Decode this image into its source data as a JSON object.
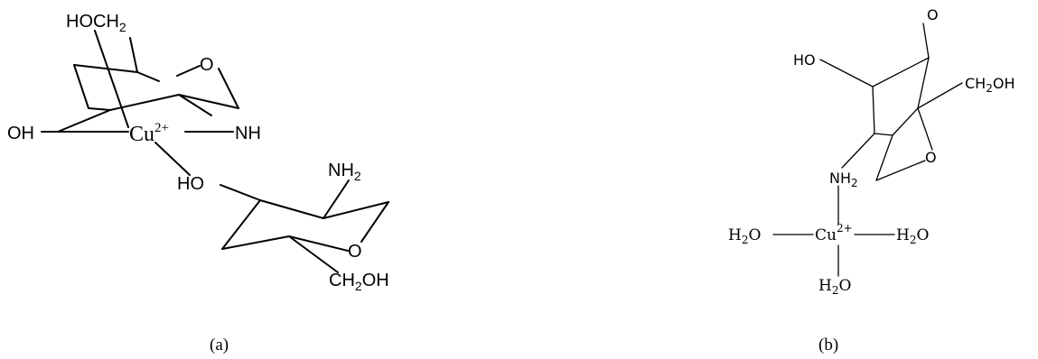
{
  "panel_a": {
    "caption": "(a)",
    "labels": {
      "hoch2_top": "HOCH",
      "hoch2_sub": "2",
      "ring_o_upper": "O",
      "oh_left": "OH",
      "cu": "Cu",
      "cu_charge": "2+",
      "nh": "NH",
      "ho_lower": "HO",
      "nh2": "NH",
      "nh2_sub": "2",
      "ring_o_lower": "O",
      "ch2oh_ch": "CH",
      "ch2oh_sub": "2",
      "ch2oh_oh": "OH"
    }
  },
  "panel_b": {
    "caption": "(b)",
    "labels": {
      "o_top": "O",
      "ho": "HO",
      "ch2oh_ch": "CH",
      "ch2oh_sub": "2",
      "ch2oh_oh": "OH",
      "ring_o": "O",
      "nh2": "NH",
      "nh2_sub": "2",
      "h2o_left_h": "H",
      "h2o_left_sub": "2",
      "h2o_left_o": "O",
      "cu": "Cu",
      "cu_charge": "2+",
      "h2o_right_h": "H",
      "h2o_right_sub": "2",
      "h2o_right_o": "O",
      "h2o_bottom_h": "H",
      "h2o_bottom_sub": "2",
      "h2o_bottom_o": "O"
    }
  }
}
